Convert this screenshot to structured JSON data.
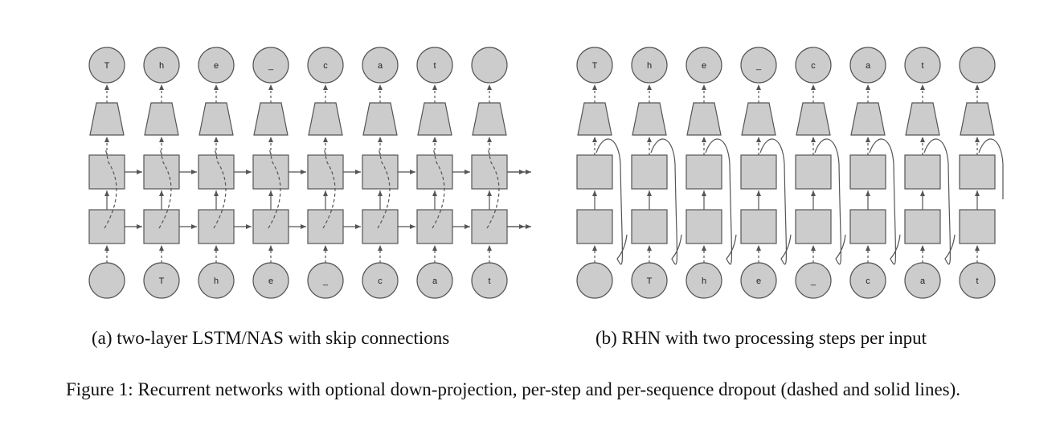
{
  "panels": [
    {
      "id": "a",
      "caption": "(a) two-layer LSTM/NAS with skip connections",
      "output_labels": [
        "T",
        "h",
        "e",
        "_",
        "c",
        "a",
        "t",
        ""
      ],
      "input_labels": [
        "",
        "T",
        "h",
        "e",
        "_",
        "c",
        "a",
        "t"
      ]
    },
    {
      "id": "b",
      "caption": "(b) RHN with two processing steps per input",
      "output_labels": [
        "T",
        "h",
        "e",
        "_",
        "c",
        "a",
        "t",
        ""
      ],
      "input_labels": [
        "",
        "T",
        "h",
        "e",
        "_",
        "c",
        "a",
        "t"
      ]
    }
  ],
  "figure_caption": "Figure 1: Recurrent networks with optional down-projection, per-step and per-sequence dropout (dashed and solid lines).",
  "colors": {
    "node_fill": "#cccccc",
    "stroke": "#555555",
    "arrow": "#555555"
  }
}
